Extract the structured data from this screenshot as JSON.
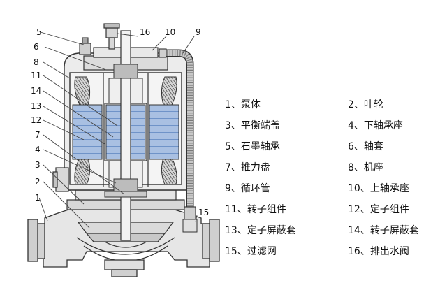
{
  "diagram": {
    "callouts": [
      "1",
      "2",
      "3",
      "4",
      "5",
      "6",
      "7",
      "8",
      "9",
      "10",
      "11",
      "12",
      "13",
      "14",
      "15",
      "16"
    ],
    "legend": {
      "left": [
        "1、泵体",
        "3、平衡端盖",
        "5、石墨轴承",
        "7、推力盘",
        "9、循环管",
        "11、转子组件",
        "13、定子屏蔽套",
        "15、过滤网"
      ],
      "right": [
        "2、叶轮",
        "4、下轴承座",
        "6、轴套",
        "8、机座",
        "10、上轴承座",
        "12、定子组件",
        "14、转子屏蔽套",
        "16、排出水阀"
      ]
    },
    "colors": {
      "line": "#333333",
      "body_fill": "#e6e6e6",
      "core_fill": "#9fb7dc",
      "core_stripe": "#6f93c8",
      "winding_fill": "#d0d0d0",
      "pipe_fill": "#bdbdbd"
    }
  }
}
